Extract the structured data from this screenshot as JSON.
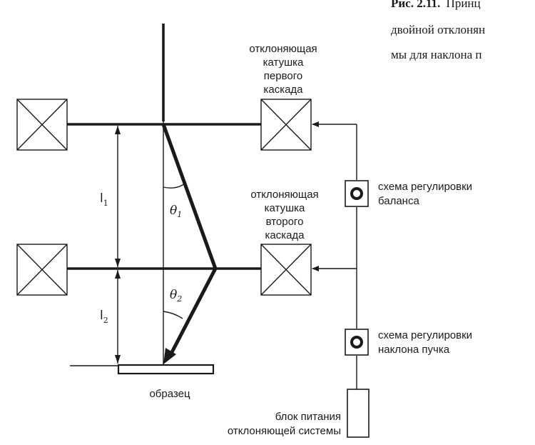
{
  "caption": {
    "prefix": "Рис. 2.11.",
    "line1_rest": "Принц",
    "line2": "двойной отклонян",
    "line3": "мы для наклона п"
  },
  "labels": {
    "coil_first": [
      "отклоняющая",
      "катушка",
      "первого",
      "каскада"
    ],
    "coil_second": [
      "отклоняющая",
      "катушка",
      "второго",
      "каскада"
    ],
    "balance_circuit": [
      "схема регулировки",
      "баланса"
    ],
    "tilt_circuit": [
      "схема регулировки",
      "наклона пучка"
    ],
    "power_supply": [
      "блок питания",
      "отклоняющей системы"
    ],
    "specimen": "образец",
    "l1": "l",
    "l1_sub": "1",
    "l2": "l",
    "l2_sub": "2",
    "theta1": "θ",
    "theta1_sub": "1",
    "theta2": "θ",
    "theta2_sub": "2"
  }
}
